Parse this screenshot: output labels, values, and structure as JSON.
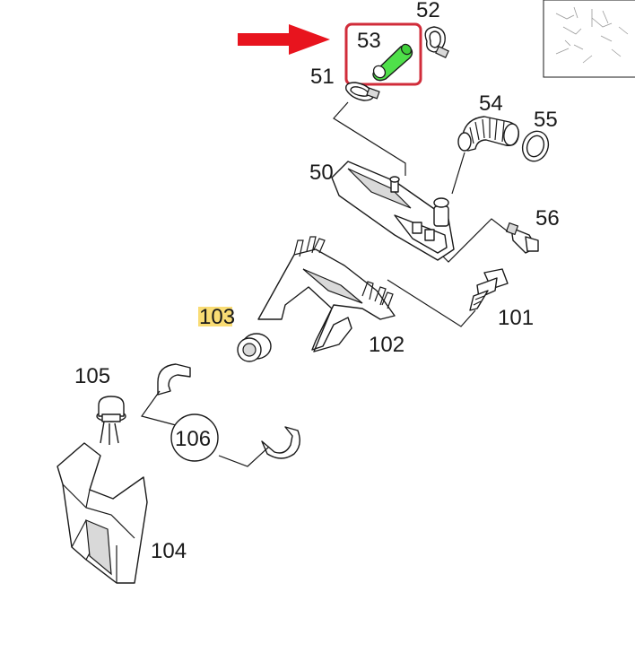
{
  "parts": {
    "p50": "50",
    "p51": "51",
    "p52": "52",
    "p53": "53",
    "p54": "54",
    "p55": "55",
    "p56": "56",
    "p101": "101",
    "p102": "102",
    "p103": "103",
    "p104": "104",
    "p105": "105",
    "p106": "106"
  },
  "highlight": {
    "part": "53",
    "box_color": "#d12c3a",
    "arrow_color": "#e8141e",
    "part_fill": "#4fe04a",
    "label_highlight_color": "#f5c518"
  }
}
